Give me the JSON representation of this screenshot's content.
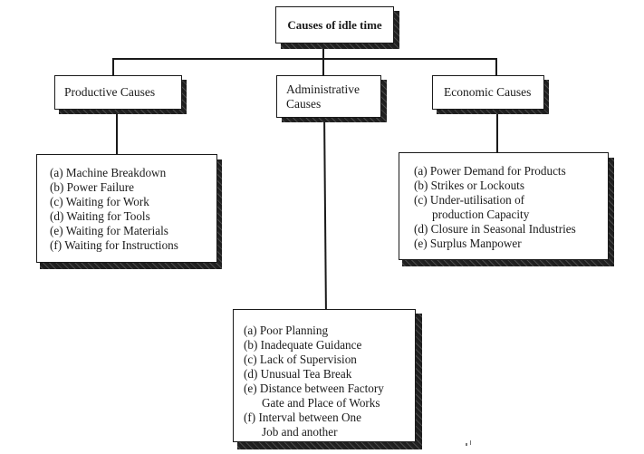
{
  "root": {
    "label": "Causes of idle time"
  },
  "categories": [
    {
      "label": "Productive Causes",
      "items": [
        [
          "(a) Machine Breakdown"
        ],
        [
          "(b) Power Failure"
        ],
        [
          "(c) Waiting for Work"
        ],
        [
          "(d) Waiting for Tools"
        ],
        [
          "(e) Waiting for Materials"
        ],
        [
          "(f) Waiting for Instructions"
        ]
      ]
    },
    {
      "label": "Administrative Causes",
      "label_lines": [
        "Administrative",
        "Causes"
      ],
      "items": [
        [
          "(a) Poor Planning"
        ],
        [
          "(b) Inadequate Guidance"
        ],
        [
          "(c) Lack of Supervision"
        ],
        [
          "(d) Unusual Tea Break"
        ],
        [
          "(e) Distance between Factory",
          "Gate and Place of Works"
        ],
        [
          "(f) Interval between One",
          "Job and another"
        ]
      ]
    },
    {
      "label": "Economic Causes",
      "items": [
        [
          "(a) Power Demand for Products"
        ],
        [
          "(b) Strikes or Lockouts"
        ],
        [
          "(c) Under-utilisation of",
          "production Capacity"
        ],
        [
          "(d) Closure in Seasonal Industries"
        ],
        [
          "(e) Surplus Manpower"
        ]
      ]
    }
  ]
}
